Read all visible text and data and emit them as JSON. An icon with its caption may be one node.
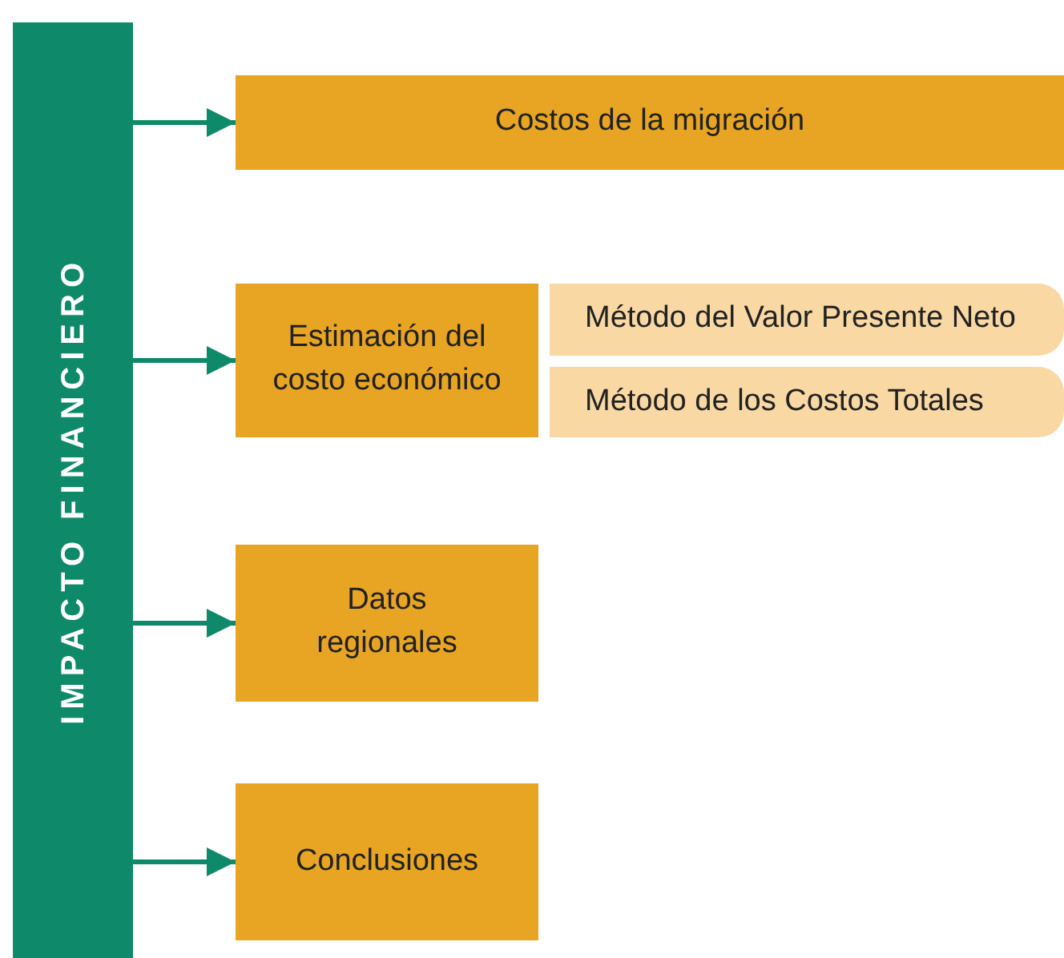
{
  "diagram": {
    "nodes": [
      {
        "text": [
          "IMPACTO FINANCIERO"
        ]
      },
      {
        "text": [
          "Costos de la migración"
        ]
      },
      {
        "text": [
          "Estimación del costo económico"
        ]
      },
      {
        "text": [
          "Método del Valor Presente Neto"
        ]
      },
      {
        "text": [
          "Método de los Costos Totales"
        ]
      },
      {
        "text": [
          "Datos regionales"
        ]
      },
      {
        "text": [
          "Conclusiones"
        ]
      }
    ],
    "edges": [
      {
        "from": 0,
        "to": 1,
        "arrow": "to"
      },
      {
        "from": 0,
        "to": 2,
        "arrow": "to"
      },
      {
        "from": 0,
        "to": 5,
        "arrow": "to"
      },
      {
        "from": 0,
        "to": 6,
        "arrow": "to"
      }
    ]
  }
}
